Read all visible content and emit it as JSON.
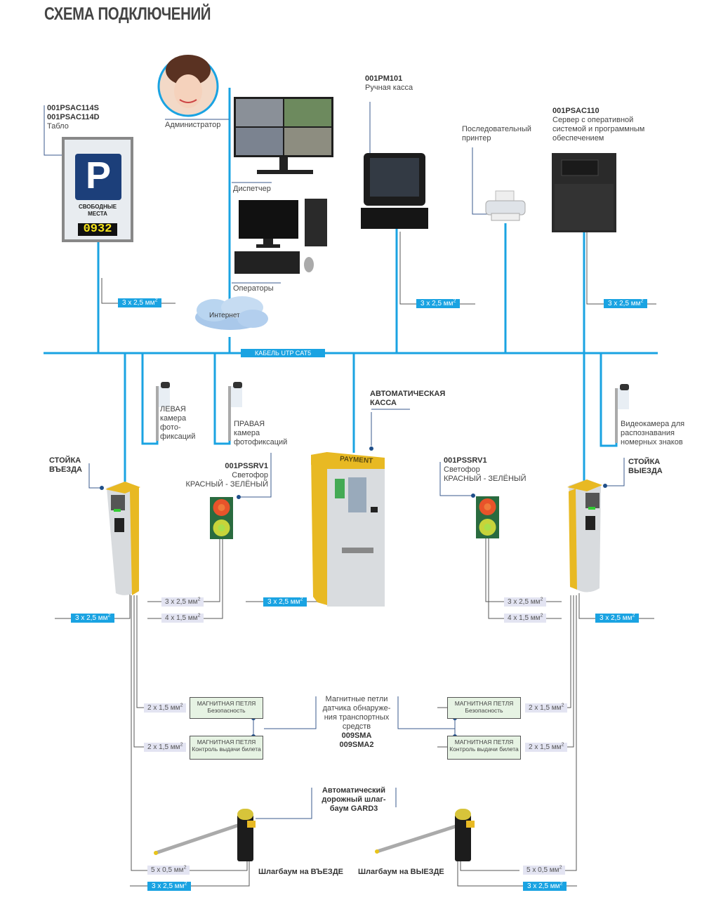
{
  "title": "СХЕМА ПОДКЛЮЧЕНИЙ",
  "devices": {
    "tablo": {
      "code1": "001PSAC114S",
      "code2": "001PSAC114D",
      "name": "Табло",
      "sign_text1": "СВОБОДНЫЕ",
      "sign_text2": "МЕСТА",
      "counter": "0932",
      "sign_letter": "P"
    },
    "admin": {
      "name": "Администратор"
    },
    "dispatcher": {
      "name": "Диспетчер"
    },
    "operators": {
      "name": "Операторы"
    },
    "internet": {
      "name": "Интернет"
    },
    "manual_cash": {
      "code": "001PM101",
      "name": "Ручная касса"
    },
    "printer": {
      "name_line1": "Последовательный",
      "name_line2": "принтер"
    },
    "server": {
      "code": "001PSAC110",
      "line1": "Сервер с оперативной",
      "line2": "системой и программным",
      "line3": "обеспечением"
    },
    "cable_bus": {
      "label": "КАБЕЛЬ UTP CAT5"
    },
    "left_camera": {
      "line1": "ЛЕВАЯ",
      "line2": "камера",
      "line3": "фото-",
      "line4": "фиксаций"
    },
    "right_camera": {
      "line1": "ПРАВАЯ",
      "line2": "камера",
      "line3": "фотофиксаций"
    },
    "plate_camera": {
      "line1": "Видеокамера для",
      "line2": "распознавания",
      "line3": "номерных знаков"
    },
    "auto_cash": {
      "line1": "АВТОМАТИЧЕСКАЯ",
      "line2": "КАССА",
      "sign": "PAYMENT"
    },
    "entry_stand": {
      "line1": "СТОЙКА",
      "line2": "ВЪЕЗДА"
    },
    "exit_stand": {
      "line1": "СТОЙКА",
      "line2": "ВЫЕЗДА"
    },
    "traffic_light_left": {
      "code": "001PSSRV1",
      "line1": "Светофор",
      "line2": "КРАСНЫЙ - ЗЕЛЁНЫЙ"
    },
    "traffic_light_right": {
      "code": "001PSSRV1",
      "line1": "Светофор",
      "line2": "КРАСНЫЙ - ЗЕЛЁНЫЙ"
    },
    "loops_caption": {
      "line1": "Магнитные петли",
      "line2": "датчика обнаруже-",
      "line3": "ния транспортных",
      "line4": "средств",
      "code1": "009SMA",
      "code2": "009SMA2"
    },
    "loops": [
      {
        "title": "МАГНИТНАЯ ПЕТЛЯ",
        "sub": "Безопасность"
      },
      {
        "title": "МАГНИТНАЯ ПЕТЛЯ",
        "sub": "Контроль выдачи билета"
      },
      {
        "title": "МАГНИТНАЯ ПЕТЛЯ",
        "sub": "Безопасность"
      },
      {
        "title": "МАГНИТНАЯ ПЕТЛЯ",
        "sub": "Контроль выдачи билета"
      }
    ],
    "barrier_caption": {
      "line1": "Автоматический",
      "line2": "дорожный шлаг-",
      "line3": "баум GARD3"
    },
    "barrier_entry": {
      "name": "Шлагбаум на ВЪЕЗДЕ"
    },
    "barrier_exit": {
      "name": "Шлагбаум на ВЫЕЗДЕ"
    }
  },
  "cables": {
    "c3x25": "3 х 2,5 мм",
    "c4x15": "4 х 1,5 мм",
    "c2x15": "2 х 1,5 мм",
    "c5x05": "5 х 0,5 мм",
    "sq": "2"
  },
  "colors": {
    "bus": "#1aa3e2",
    "wire": "#555555",
    "leader": "#3a5a8c",
    "stand_yellow": "#e8b923"
  }
}
